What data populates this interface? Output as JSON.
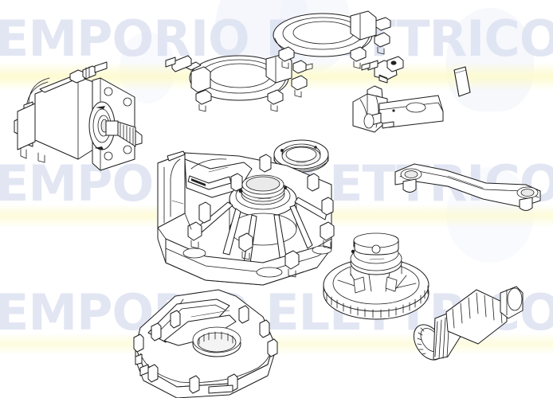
{
  "image": {
    "kind": "exploded-parts-diagram",
    "title": "Exploded view of gate operator gearmotor assembly",
    "background_color": "#ffffff",
    "line_color": "#1b1b1b",
    "highlight_band_color": "#fcfacd"
  },
  "watermark": {
    "text": "EMPORIO ELETTRICO",
    "color": "#dde2f2",
    "rows": [
      {
        "text": "EMPORIO ELETTRICO"
      },
      {
        "text": "EMPORIO ELETTRICO"
      },
      {
        "text": "EMPORIO ELETTRICO"
      }
    ],
    "logo_color": "#eef1fa"
  },
  "parts": [
    {
      "id": "motor",
      "label": "Electric motor with worm drive shaft"
    },
    {
      "id": "clamp-ring-front",
      "label": "Split clamping ring with bolts (front)"
    },
    {
      "id": "clamp-ring-rear",
      "label": "Split clamping ring with bolts (rear)"
    },
    {
      "id": "micro-switch",
      "label": "Limit micro-switch with connector"
    },
    {
      "id": "key-block",
      "label": "Rectangular drive key / parallel key"
    },
    {
      "id": "release-lever",
      "label": "Manual release lever with knob"
    },
    {
      "id": "bearing-ring",
      "label": "Bearing seal ring"
    },
    {
      "id": "gearbox-housing",
      "label": "Main gearbox housing casting"
    },
    {
      "id": "transmission-arm",
      "label": "Curved transmission arm with bushings"
    },
    {
      "id": "crown-gear",
      "label": "Crown gear with output hub"
    },
    {
      "id": "worm-screw",
      "label": "Worm screw / endless screw"
    },
    {
      "id": "bottom-cover",
      "label": "Lower housing cover plate"
    }
  ]
}
